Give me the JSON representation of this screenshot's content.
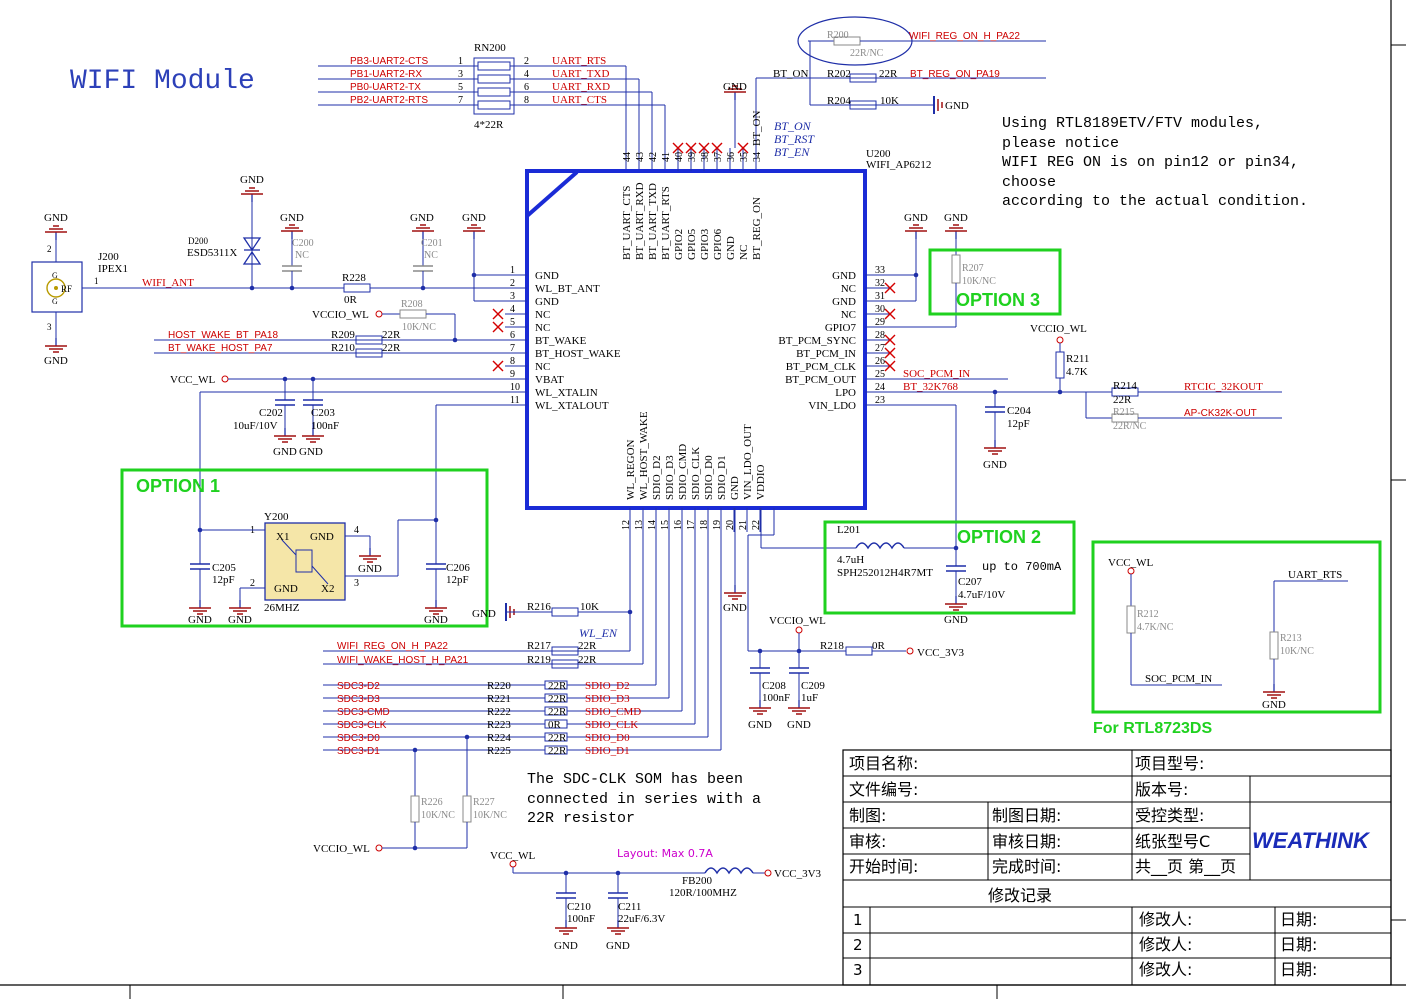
{
  "colors": {
    "wire": "#1f2fa8",
    "chip": "#1a2bd6",
    "label": "#000000",
    "net_red": "#cc0000",
    "option_green": "#1fd11f",
    "faded": "#8a8a8a",
    "dnp_x": "#d40000",
    "layout_magenta": "#cc00cc"
  },
  "title": "WIFI Module",
  "u200": {
    "ref": "U200",
    "part": "WIFI_AP6212",
    "top_pins": [
      {
        "num": "44",
        "name": "BT_UART_CTS"
      },
      {
        "num": "43",
        "name": "BT_UART_RXD"
      },
      {
        "num": "42",
        "name": "BT_UART_TXD"
      },
      {
        "num": "41",
        "name": "BT_UART_RTS"
      },
      {
        "num": "40",
        "name": "GPIO2"
      },
      {
        "num": "39",
        "name": "GPIO5"
      },
      {
        "num": "38",
        "name": "GPIO3"
      },
      {
        "num": "37",
        "name": "GPIO6"
      },
      {
        "num": "36",
        "name": "GND"
      },
      {
        "num": "35",
        "name": "NC"
      },
      {
        "num": "34",
        "name": "BT_REG_ON"
      }
    ],
    "left_pins": [
      {
        "num": "1",
        "name": "GND"
      },
      {
        "num": "2",
        "name": "WL_BT_ANT"
      },
      {
        "num": "3",
        "name": "GND"
      },
      {
        "num": "4",
        "name": "NC"
      },
      {
        "num": "5",
        "name": "NC"
      },
      {
        "num": "6",
        "name": "BT_WAKE"
      },
      {
        "num": "7",
        "name": "BT_HOST_WAKE"
      },
      {
        "num": "8",
        "name": "NC"
      },
      {
        "num": "9",
        "name": "VBAT"
      },
      {
        "num": "10",
        "name": "WL_XTALIN"
      },
      {
        "num": "11",
        "name": "WL_XTALOUT"
      }
    ],
    "right_pins": [
      {
        "num": "33",
        "name": "GND"
      },
      {
        "num": "32",
        "name": "NC"
      },
      {
        "num": "31",
        "name": "GND"
      },
      {
        "num": "30",
        "name": "NC"
      },
      {
        "num": "29",
        "name": "GPIO7"
      },
      {
        "num": "28",
        "name": "BT_PCM_SYNC"
      },
      {
        "num": "27",
        "name": "BT_PCM_IN"
      },
      {
        "num": "26",
        "name": "BT_PCM_CLK"
      },
      {
        "num": "25",
        "name": "BT_PCM_OUT"
      },
      {
        "num": "24",
        "name": "LPO"
      },
      {
        "num": "23",
        "name": "VIN_LDO"
      }
    ],
    "bottom_pins": [
      {
        "num": "12",
        "name": "WL_REGON"
      },
      {
        "num": "13",
        "name": "WL_HOST_WAKE"
      },
      {
        "num": "14",
        "name": "SDIO_D2"
      },
      {
        "num": "15",
        "name": "SDIO_D3"
      },
      {
        "num": "16",
        "name": "SDIO_CMD"
      },
      {
        "num": "17",
        "name": "SDIO_CLK"
      },
      {
        "num": "18",
        "name": "SDIO_D0"
      },
      {
        "num": "19",
        "name": "SDIO_D1"
      },
      {
        "num": "20",
        "name": "GND"
      },
      {
        "num": "21",
        "name": "VIN_LDO_OUT"
      },
      {
        "num": "22",
        "name": "VDDIO"
      }
    ]
  },
  "rn200": {
    "ref": "RN200",
    "value": "4*22R",
    "rows": [
      {
        "left_net": "PB3-UART2-CTS",
        "lpin": "1",
        "rpin": "2",
        "right_net": "UART_RTS"
      },
      {
        "left_net": "PB1-UART2-RX",
        "lpin": "3",
        "rpin": "4",
        "right_net": "UART_TXD"
      },
      {
        "left_net": "PB0-UART2-TX",
        "lpin": "5",
        "rpin": "6",
        "right_net": "UART_RXD"
      },
      {
        "left_net": "PB2-UART2-RTS",
        "lpin": "7",
        "rpin": "8",
        "right_net": "UART_CTS"
      }
    ]
  },
  "bt_ctrl": {
    "bt_on": "BT_ON",
    "bt_on_i": "BT_ON",
    "bt_rst": "BT_RST",
    "bt_en": "BT_EN",
    "r200": "R200",
    "r200_val": "22R/NC",
    "r202": "R202",
    "r202_val": "22R",
    "r204": "R204",
    "r204_val": "10K",
    "net_wifi_reg": "WIFI_REG_ON_H_PA22",
    "net_bt_reg": "BT_REG_ON_PA19"
  },
  "note_top": [
    "Using RTL8189ETV/FTV modules,",
    "please notice",
    "WIFI REG ON is on pin12 or pin34,",
    "choose",
    "according to the actual condition."
  ],
  "antenna": {
    "j200": "J200",
    "j200_part": "IPEX1",
    "rf": "RF",
    "net": "WIFI_ANT",
    "d200": "D200",
    "d200_part": "ESD5311X",
    "c200": "C200",
    "c200_val": "NC",
    "c201": "C201",
    "c201_val": "NC",
    "r228": "R228",
    "r228_val": "0R"
  },
  "left_misc": {
    "vccio_wl": "VCCIO_WL",
    "r208": "R208",
    "r208_val": "10K/NC",
    "net_host_wake": "HOST_WAKE_BT_PA18",
    "net_bt_wake": "BT_WAKE_HOST_PA7",
    "r209": "R209",
    "r209_val": "22R",
    "r210": "R210",
    "r210_val": "22R",
    "vcc_wl": "VCC_WL",
    "c202": "C202",
    "c202_val": "10uF/10V",
    "c203": "C203",
    "c203_val": "100nF"
  },
  "option1": {
    "title": "OPTION 1",
    "y200": "Y200",
    "y200_freq": "26MHZ",
    "x1": "X1",
    "x2": "X2",
    "c205": "C205",
    "c205_val": "12pF",
    "c206": "C206",
    "c206_val": "12pF"
  },
  "option2": {
    "title": "OPTION 2",
    "l201": "L201",
    "l201_val": "4.7uH",
    "l201_part": "SPH252012H4R7MT",
    "c207": "C207",
    "c207_val": "4.7uF/10V",
    "note": "up to 700mA"
  },
  "option3": {
    "title": "OPTION 3",
    "r207": "R207",
    "r207_val": "10K/NC"
  },
  "right_misc": {
    "net_soc_pcm": "SOC_PCM_IN",
    "net_bt32k": "BT_32K768",
    "c204": "C204",
    "c204_val": "12pF",
    "vccio_wl": "VCCIO_WL",
    "r211": "R211",
    "r211_val": "4.7K",
    "r214": "R214",
    "r214_val": "22R",
    "r215": "R215",
    "r215_val": "22R/NC",
    "net_rtcic": "RTCIC_32KOUT",
    "net_apck": "AP-CK32K-OUT"
  },
  "rtl8723": {
    "title": "For RTL8723DS",
    "vcc_wl": "VCC_WL",
    "r212": "R212",
    "r212_val": "4.7K/NC",
    "net_soc": "SOC_PCM_IN",
    "net_uart": "UART_RTS",
    "r213": "R213",
    "r213_val": "10K/NC"
  },
  "bottom": {
    "r216": "R216",
    "r216_val": "10K",
    "wl_en": "WL_EN",
    "net_wifi_reg": "WIFI_REG_ON_H_PA22",
    "net_wifi_wake": "WIFI_WAKE_HOST_H_PA21",
    "r217": "R217",
    "r217_val": "22R",
    "r219": "R219",
    "r219_val": "22R",
    "sdio_rows": [
      {
        "net": "SDC3-D2",
        "ref": "R220",
        "val": "22R",
        "sig": "SDIO_D2"
      },
      {
        "net": "SDC3-D3",
        "ref": "R221",
        "val": "22R",
        "sig": "SDIO_D3"
      },
      {
        "net": "SDC3-CMD",
        "ref": "R222",
        "val": "22R",
        "sig": "SDIO_CMD"
      },
      {
        "net": "SDC3-CLK",
        "ref": "R223",
        "val": "0R",
        "sig": "SDIO_CLK"
      },
      {
        "net": "SDC3-D0",
        "ref": "R224",
        "val": "22R",
        "sig": "SDIO_D0"
      },
      {
        "net": "SDC3-D1",
        "ref": "R225",
        "val": "22R",
        "sig": "SDIO_D1"
      }
    ],
    "r226": "R226",
    "r226_val": "10K/NC",
    "r227": "R227",
    "r227_val": "10K/NC",
    "vccio_wl": "VCCIO_WL",
    "note": [
      "The SDC-CLK SOM has been",
      "connected in series with a",
      "22R resistor"
    ],
    "vcc_wl": "VCC_WL",
    "layout_note": "Layout: Max 0.7A",
    "fb200": "FB200",
    "fb200_val": "120R/100MHZ",
    "vcc_3v3": "VCC_3V3",
    "c210": "C210",
    "c210_val": "100nF",
    "c211": "C211",
    "c211_val": "22uF/6.3V",
    "vccio_wl2": "VCCIO_WL",
    "r218": "R218",
    "r218_val": "0R",
    "vcc_3v3b": "VCC_3V3",
    "c208": "C208",
    "c208_val": "100nF",
    "c209": "C209",
    "c209_val": "1uF"
  },
  "gnd": "GND",
  "title_block": {
    "project_name": "项目名称:",
    "project_model": "项目型号:",
    "file_no": "文件编号:",
    "version": "版本号:",
    "drawn": "制图:",
    "drawn_date": "制图日期:",
    "control_type": "受控类型:",
    "review": "审核:",
    "review_date": "审核日期:",
    "paper_type": "纸张型号C",
    "start_time": "开始时间:",
    "finish_time": "完成时间:",
    "pages": "共__页 第__页",
    "revision": "修改记录",
    "logo": "WEATHINK",
    "rows": [
      {
        "n": "1",
        "modifier": "修改人:",
        "date": "日期:"
      },
      {
        "n": "2",
        "modifier": "修改人:",
        "date": "日期:"
      },
      {
        "n": "3",
        "modifier": "修改人:",
        "date": "日期:"
      }
    ]
  }
}
